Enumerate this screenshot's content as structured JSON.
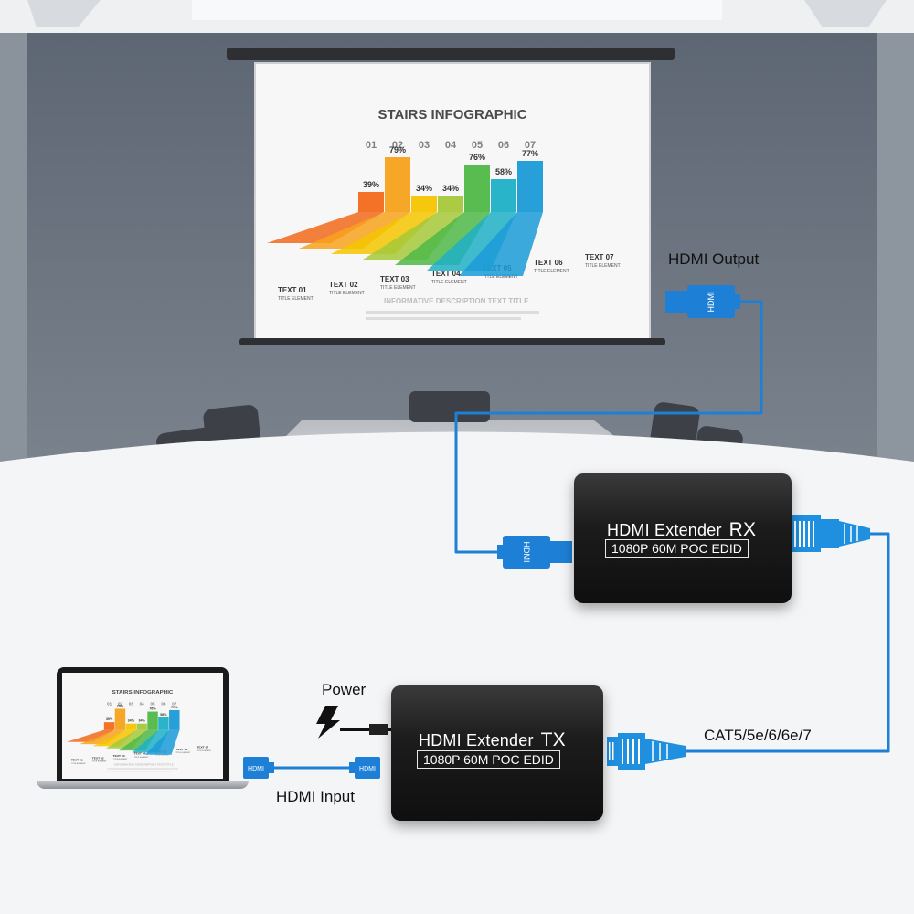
{
  "screen": {
    "title": "STAIRS INFOGRAPHIC",
    "numbers": [
      "01",
      "02",
      "03",
      "04",
      "05",
      "06",
      "07"
    ],
    "percents": [
      "39%",
      "79%",
      "34%",
      "34%",
      "76%",
      "58%",
      "77%"
    ],
    "items": [
      "TEXT 01",
      "TEXT 02",
      "TEXT 03",
      "TEXT 04",
      "TEXT 05",
      "TEXT 06",
      "TEXT 07"
    ],
    "item_sub": "TITLE ELEMENT",
    "desc_title": "INFORMATIVE DESCRIPTION TEXT TITLE",
    "colors": [
      "#f26a1b",
      "#f7a21c",
      "#f5c500",
      "#a6c83a",
      "#4fb848",
      "#1fb0c6",
      "#1b9bd7"
    ]
  },
  "labels": {
    "hdmi_output": "HDMI Output",
    "power": "Power",
    "hdmi_input": "HDMI Input",
    "cable": "CAT5/5e/6/6e/7",
    "plug": "HDMI"
  },
  "devices": {
    "rx": {
      "title": "HDMI Extender",
      "tag": "RX",
      "spec": "1080P 60M POC EDID"
    },
    "tx": {
      "title": "HDMI Extender",
      "tag": "TX",
      "spec": "1080P 60M POC EDID"
    }
  },
  "colors": {
    "cable": "#1e7fd6",
    "plug": "#2196e8",
    "rj45": "#1f8fe0"
  }
}
